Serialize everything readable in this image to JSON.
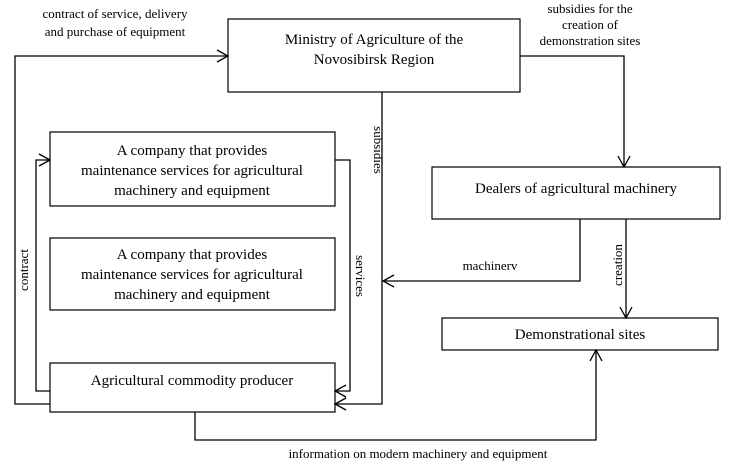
{
  "nodes": {
    "ministry": {
      "lines": [
        "Ministry of Agriculture of the",
        "Novosibirsk Region"
      ]
    },
    "service_company_1": {
      "lines": [
        "A company that provides",
        "maintenance services for agricultural",
        "machinery and equipment"
      ]
    },
    "service_company_2": {
      "lines": [
        "A company that provides",
        "maintenance services for agricultural",
        "machinery and equipment"
      ]
    },
    "producer": {
      "lines": [
        "Agricultural commodity producer"
      ]
    },
    "dealers": {
      "lines": [
        "Dealers of agricultural machinery"
      ]
    },
    "demo_sites": {
      "lines": [
        "Demonstrational sites"
      ]
    }
  },
  "edges": {
    "contract_service": {
      "lines": [
        "contract of service, delivery",
        "and purchase of equipment"
      ]
    },
    "subsidies_demo": {
      "lines": [
        "subsidies for the",
        "creation of",
        "demonstration sites"
      ]
    },
    "subsidies": {
      "label": "subsidies"
    },
    "contract": {
      "label": "contract"
    },
    "services": {
      "label": "services"
    },
    "machinery": {
      "label": "machinerv"
    },
    "creation": {
      "label": "creation"
    },
    "information": {
      "label": "information on modern machinery and equipment"
    }
  }
}
